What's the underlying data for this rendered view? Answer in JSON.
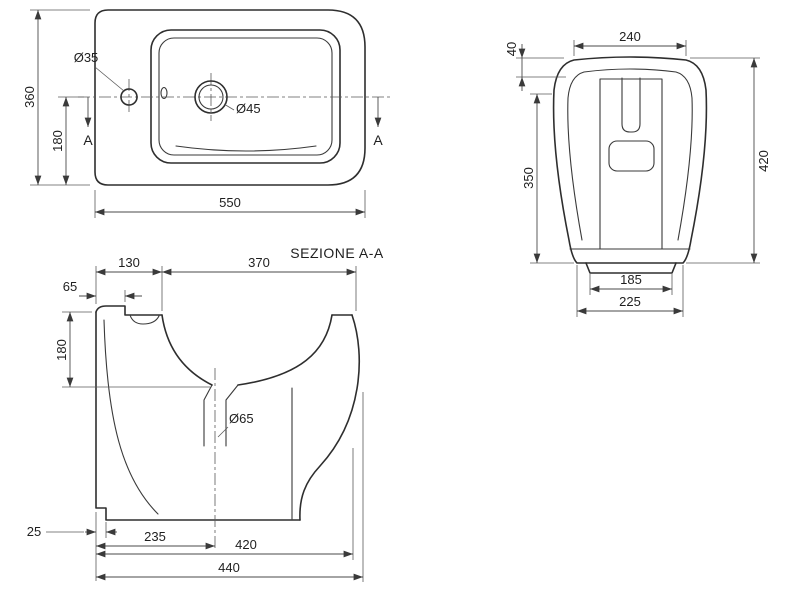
{
  "colors": {
    "background": "#ffffff",
    "object_line": "#2e2e2e",
    "dimension_line": "#4a4a4a",
    "text": "#1f1f1f"
  },
  "plan": {
    "width": "550",
    "height": "360",
    "half_height": "180",
    "tap_hole": "Ø35",
    "drain_hole": "Ø45",
    "section_marker": "A"
  },
  "side": {
    "title": "SEZIONE A-A",
    "front_depth": "130",
    "bowl_depth": "370",
    "lip_depth": "65",
    "rim_height": "180",
    "drain": "Ø65",
    "foot_inset": "25",
    "drain_center": "235",
    "base_depth": "420",
    "total_depth": "440"
  },
  "rear": {
    "top_width": "240",
    "rim_height": "40",
    "body_height": "350",
    "total_height": "420",
    "foot_width": "185",
    "base_width": "225"
  }
}
